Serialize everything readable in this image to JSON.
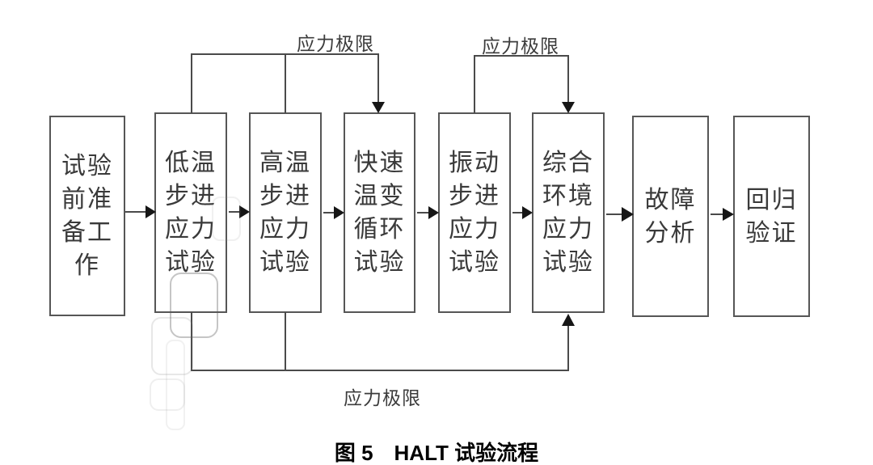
{
  "figure": {
    "caption": "图 5　HALT 试验流程",
    "nodes": [
      {
        "id": "test-prep",
        "label": "试验\n前准\n备工\n作"
      },
      {
        "id": "low-temp-step-stress",
        "label": "低温\n步进\n应力\n试验"
      },
      {
        "id": "high-temp-step-stress",
        "label": "高温\n步进\n应力\n试验"
      },
      {
        "id": "rapid-temp-cycle",
        "label": "快速\n温变\n循环\n试验"
      },
      {
        "id": "vibration-step-stress",
        "label": "振动\n步进\n应力\n试验"
      },
      {
        "id": "combined-env-stress",
        "label": "综合\n环境\n应力\n试验"
      },
      {
        "id": "fault-analysis",
        "label": "故障\n分析"
      },
      {
        "id": "regression-verify",
        "label": "回归\n验证"
      }
    ],
    "stress_limits": [
      "应力极限",
      "应力极限",
      "应力极限"
    ],
    "colors": {
      "line": "#4a4a4a",
      "arrowhead": "#161616",
      "box_border": "#565656",
      "text": "#3a3a3a"
    }
  }
}
